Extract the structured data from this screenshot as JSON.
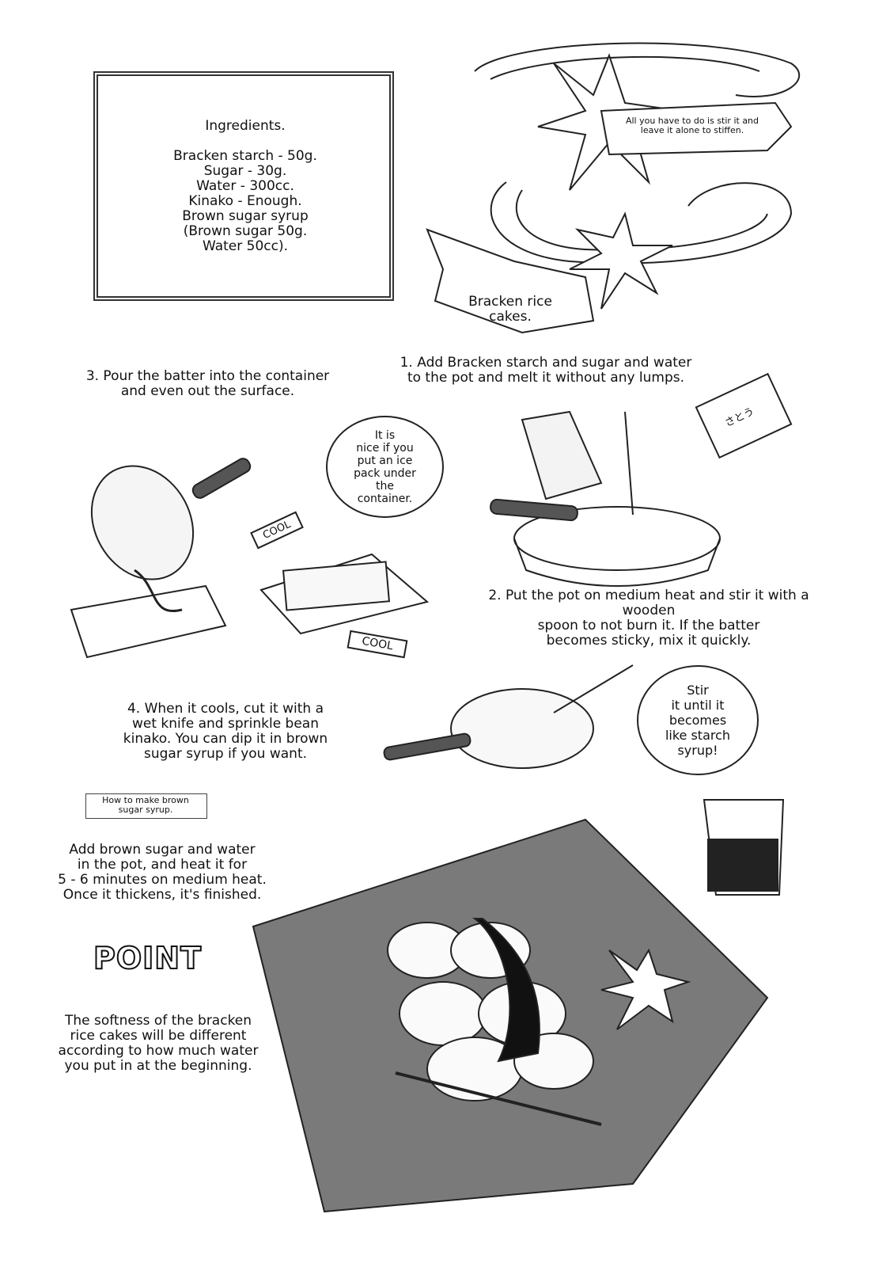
{
  "ingredients": {
    "title": "Ingredients.",
    "items": "Bracken starch - 50g.\nSugar - 30g.\nWater - 300cc.\nKinako - Enough.\nBrown sugar syrup\n(Brown sugar 50g.\nWater 50cc)."
  },
  "banner_top": "All you have to do is stir it and\nleave it alone to stiffen.",
  "banner_title": "Bracken rice\ncakes.",
  "step1": "1. Add Bracken starch and sugar and water\nto the pot and melt it without any lumps.",
  "step2": "2. Put the pot on medium heat and stir it with a wooden\nspoon to not burn it. If the batter\nbecomes sticky, mix it quickly.",
  "step3": "3. Pour the batter into the container\nand even out the surface.",
  "step4": "4. When it cools, cut it with a\nwet knife and sprinkle bean\nkinako. You can dip it in brown\nsugar syrup if you want.",
  "bubble_ice": "It is\nnice if you\nput an ice\npack under\nthe\ncontainer.",
  "bubble_stir": "Stir\nit until it\nbecomes\nlike starch\nsyrup!",
  "cool_label": "COOL",
  "sugar_label": "さとう",
  "syrup_header": "How to make brown\nsugar syrup.",
  "syrup_text": "Add brown sugar and water\nin the pot, and heat it for\n5 - 6 minutes on medium heat.\nOnce it thickens, it's finished.",
  "point_label": "POINT",
  "point_text": "The softness of the bracken\nrice cakes will be different\naccording to how much water\nyou put in at the beginning."
}
